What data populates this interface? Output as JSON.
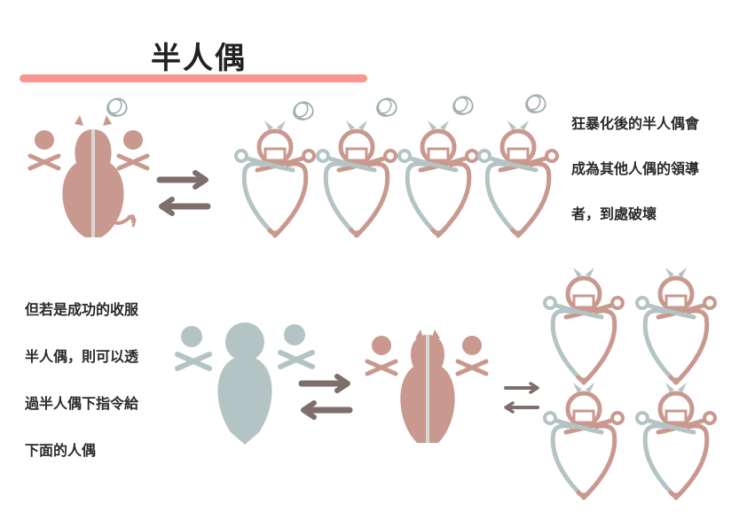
{
  "title": "半人偶",
  "colors": {
    "accent_underline": "#f7958e",
    "pink": "#c9988e",
    "blue_gray": "#b4c4c4",
    "arrow": "#7e6e6c",
    "divider": "#d6d8d8",
    "scribble": "#9faeb0"
  },
  "captions_top": [
    "狂暴化後的半人偶會",
    "成為其他人偶的領導",
    "者，到處破壞"
  ],
  "captions_bottom": [
    "但若是成功的收服",
    "半人偶，則可以透",
    "過半人偶下指令給",
    "下面的人偶"
  ]
}
